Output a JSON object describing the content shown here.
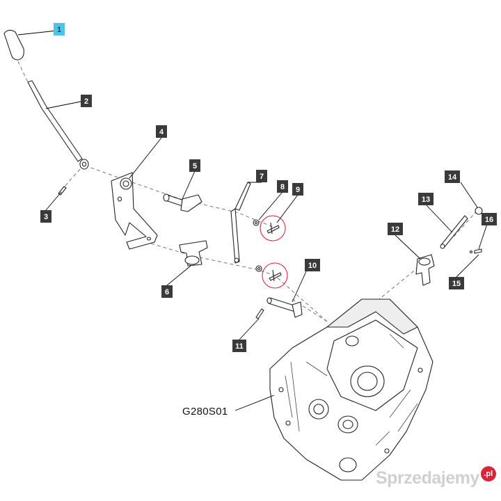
{
  "diagram": {
    "drawing_id": "G280S01",
    "callouts": [
      {
        "id": "1",
        "label": "1",
        "highlighted": true
      },
      {
        "id": "2",
        "label": "2"
      },
      {
        "id": "3",
        "label": "3"
      },
      {
        "id": "4",
        "label": "4"
      },
      {
        "id": "5",
        "label": "5"
      },
      {
        "id": "6",
        "label": "6"
      },
      {
        "id": "7",
        "label": "7"
      },
      {
        "id": "8",
        "label": "8"
      },
      {
        "id": "9",
        "label": "9"
      },
      {
        "id": "10",
        "label": "10"
      },
      {
        "id": "11",
        "label": "11"
      },
      {
        "id": "12",
        "label": "12"
      },
      {
        "id": "13",
        "label": "13"
      },
      {
        "id": "14",
        "label": "14"
      },
      {
        "id": "15",
        "label": "15"
      },
      {
        "id": "16",
        "label": "16"
      }
    ],
    "colors": {
      "callout_fill": "#3a3a3a",
      "highlight_fill": "#4fc3e8",
      "circle_marker": "#d6263a"
    }
  },
  "watermark": {
    "text": "Sprzedajemy",
    "badge": ".pl"
  }
}
